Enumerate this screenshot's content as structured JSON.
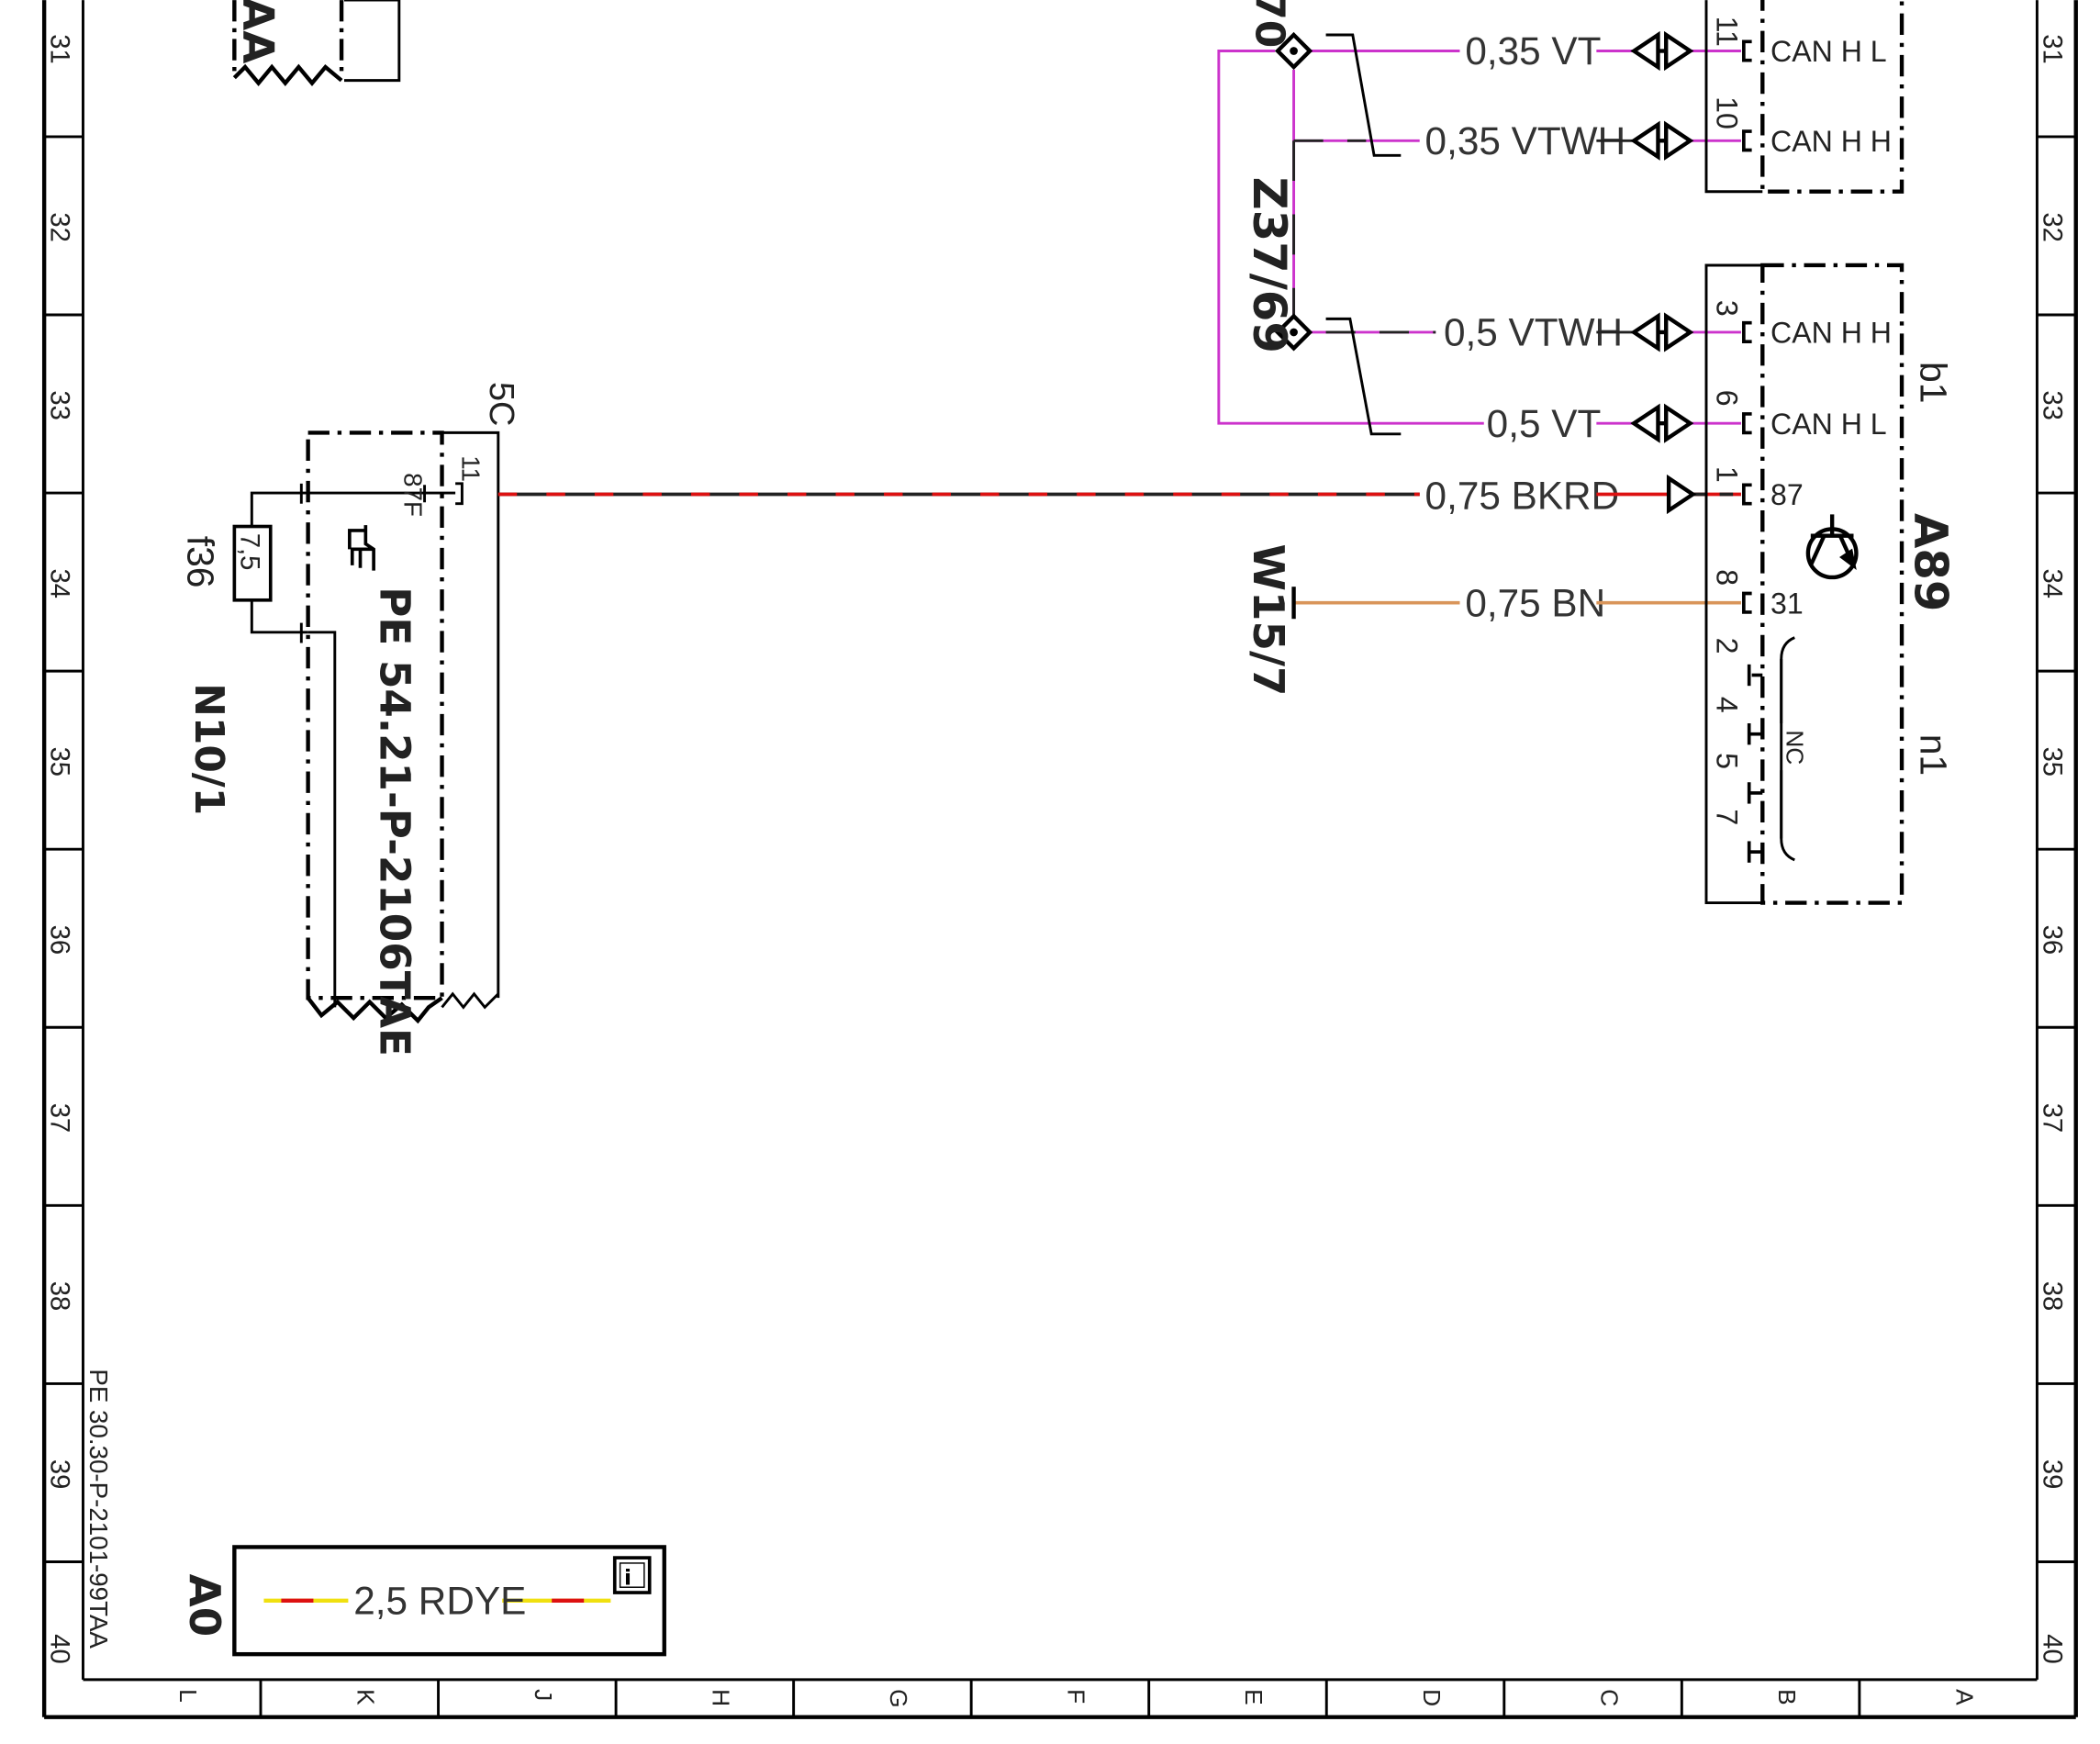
{
  "colors": {
    "VT": "#cc33cc",
    "VTWH": "#cc33cc",
    "BKRD_black": "#222222",
    "BKRD_red": "#dd1111",
    "BN": "#d9955a",
    "RDYE_red": "#dd1111",
    "RDYE_yellow": "#f0e010",
    "frame": "#000000"
  },
  "grid": {
    "rows": [
      "31",
      "32",
      "33",
      "34",
      "35",
      "36",
      "37",
      "38",
      "39",
      "40"
    ],
    "columns": [
      "L",
      "K",
      "J",
      "H",
      "G",
      "F",
      "E",
      "D",
      "C",
      "B",
      "A"
    ]
  },
  "doc_ref": "PE 30.30-P-2101-99TAA",
  "partial_component": {
    "label": "AA"
  },
  "n10": {
    "label": "N10/1",
    "fuse_label": "f36",
    "fuse_value": "7,5",
    "pin_87F": "87F",
    "pin_11": "11",
    "connector": "5C",
    "note_icon": "pointing-hand-icon",
    "ref": "PE 54.21-P-2106TAE"
  },
  "wires": [
    {
      "label": "0,35 VT",
      "pin": "11",
      "signal": "CAN H L",
      "color_key": "VT"
    },
    {
      "label": "0,35 VTWH",
      "pin": "10",
      "signal": "CAN H H",
      "color_key": "VTWH"
    },
    {
      "label": "0,5 VTWH",
      "pin": "3",
      "signal": "CAN H H",
      "color_key": "VTWH"
    },
    {
      "label": "0,5 VT",
      "pin": "6",
      "signal": "CAN H L",
      "color_key": "VT"
    },
    {
      "label": "0,75 BKRD",
      "pin": "1",
      "signal": "87",
      "color_key": "BKRD_red"
    },
    {
      "label": "0,75 BN",
      "pin": "8",
      "signal": "31",
      "color_key": "BN"
    }
  ],
  "splice": {
    "label": "Z37/69",
    "top_partial": "70"
  },
  "ground": {
    "label": "W15/7"
  },
  "a89": {
    "label": "A89",
    "b1": "b1",
    "n1": "n1",
    "nc_pins": [
      "2",
      "4",
      "5",
      "7"
    ],
    "nc_label": "NC",
    "transistor_icon": "transistor-icon"
  },
  "legend": {
    "label": "A0",
    "wire": "2,5 RDYE",
    "info_icon": "info-icon"
  }
}
